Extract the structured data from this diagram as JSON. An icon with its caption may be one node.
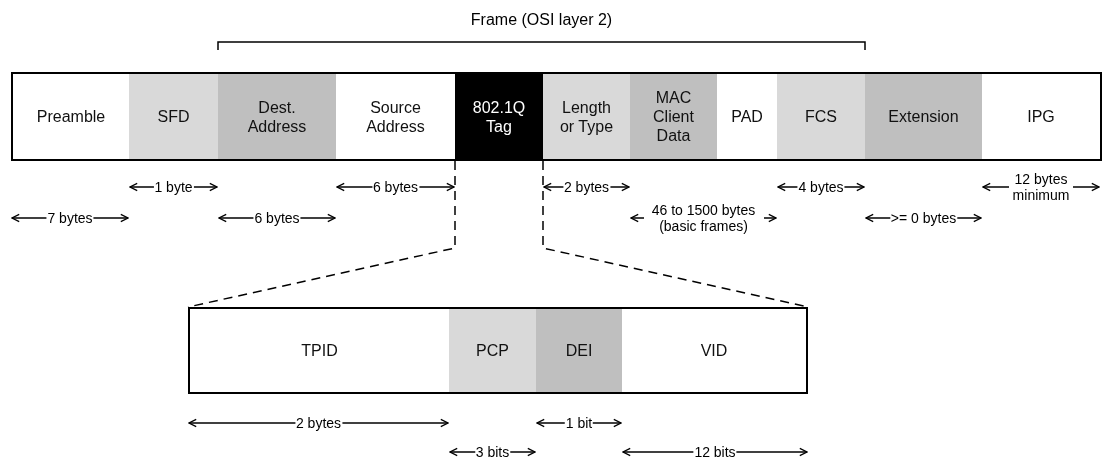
{
  "diagram": {
    "nodes": [
      {
        "text": [],
        "shape": "box"
      },
      {
        "text": [
          "Preamble"
        ],
        "in": 0
      },
      {
        "text": [
          "SFD"
        ],
        "in": 0
      },
      {
        "text": [
          "Dest. Address"
        ],
        "in": 0
      },
      {
        "text": [
          "Source Address"
        ],
        "in": 0
      },
      {
        "text": [
          "802.1Q Tag"
        ],
        "in": 0
      },
      {
        "text": [
          "Length or Type"
        ],
        "in": 0
      },
      {
        "text": [
          "MAC Client Data"
        ],
        "in": 0
      },
      {
        "text": [
          "PAD"
        ],
        "in": 0
      },
      {
        "text": [
          "FCS"
        ],
        "in": 0
      },
      {
        "text": [
          "Extension"
        ],
        "in": 0
      },
      {
        "text": [
          "IPG"
        ],
        "in": 0
      },
      {
        "text": [],
        "shape": "box"
      },
      {
        "text": [
          "TPID"
        ],
        "in": 12
      },
      {
        "text": [
          "PCP"
        ],
        "in": 12
      },
      {
        "text": [
          "DEI"
        ],
        "in": 12
      },
      {
        "text": [
          "VID"
        ],
        "in": 12
      }
    ],
    "edges": [
      {
        "from": 5,
        "to": 12,
        "arrow": "none",
        "style": "dashed"
      },
      {
        "from": 5,
        "to": 12,
        "arrow": "none",
        "style": "dashed"
      }
    ],
    "labels": [
      "Frame (OSI layer 2)",
      "1 byte",
      "6 bytes",
      "2 bytes",
      "4 bytes",
      "12 bytes minimum",
      "7 bytes",
      "6 bytes",
      "46 to 1500 bytes (basic frames)",
      ">= 0 bytes",
      "2 bytes",
      "1 bit",
      "3 bits",
      "12 bits"
    ]
  }
}
